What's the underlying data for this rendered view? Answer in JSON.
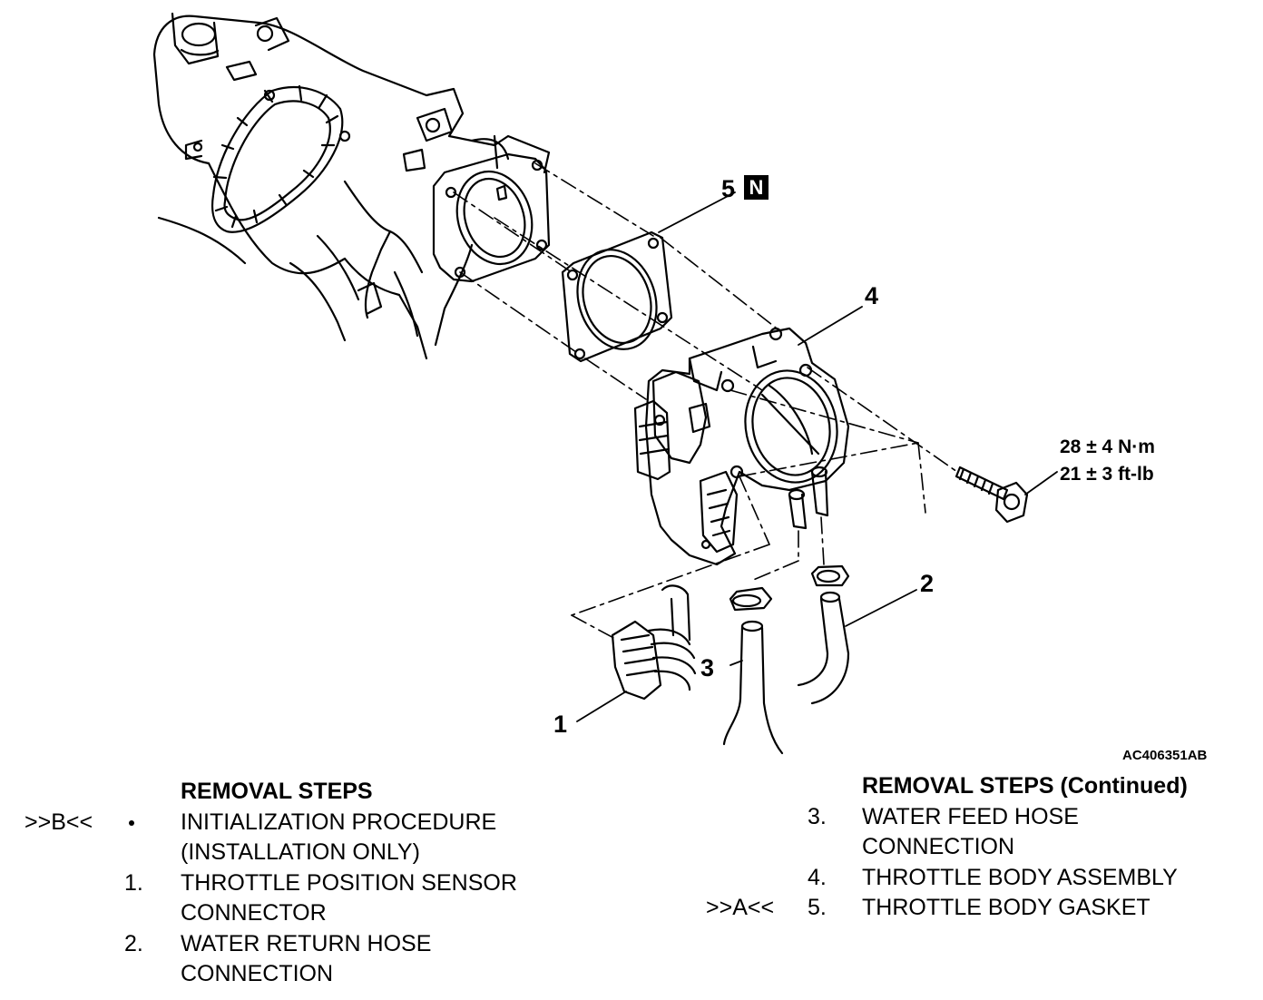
{
  "diagram": {
    "callouts": {
      "c1": "1",
      "c2": "2",
      "c3": "3",
      "c4": "4",
      "c5": "5",
      "c5_badge": "N"
    },
    "torque": {
      "line1": "28 ± 4 N·m",
      "line2": "21 ± 3 ft-lb"
    },
    "figure_id": "AC406351AB"
  },
  "left_list": {
    "header": "REMOVAL STEPS",
    "items": [
      {
        "ref": ">>B<<",
        "num": "",
        "bullet": true,
        "lines": [
          "INITIALIZATION PROCEDURE",
          "(INSTALLATION ONLY)"
        ]
      },
      {
        "ref": "",
        "num": "1.",
        "bullet": false,
        "lines": [
          "THROTTLE POSITION SENSOR",
          "CONNECTOR"
        ]
      },
      {
        "ref": "",
        "num": "2.",
        "bullet": false,
        "lines": [
          "WATER RETURN HOSE",
          "CONNECTION"
        ]
      }
    ]
  },
  "right_list": {
    "header": "REMOVAL STEPS (Continued)",
    "items": [
      {
        "ref": "",
        "num": "3.",
        "lines": [
          "WATER FEED HOSE",
          "CONNECTION"
        ]
      },
      {
        "ref": "",
        "num": "4.",
        "lines": [
          "THROTTLE BODY ASSEMBLY"
        ]
      },
      {
        "ref": ">>A<<",
        "num": "5.",
        "lines": [
          "THROTTLE BODY GASKET"
        ]
      }
    ]
  }
}
